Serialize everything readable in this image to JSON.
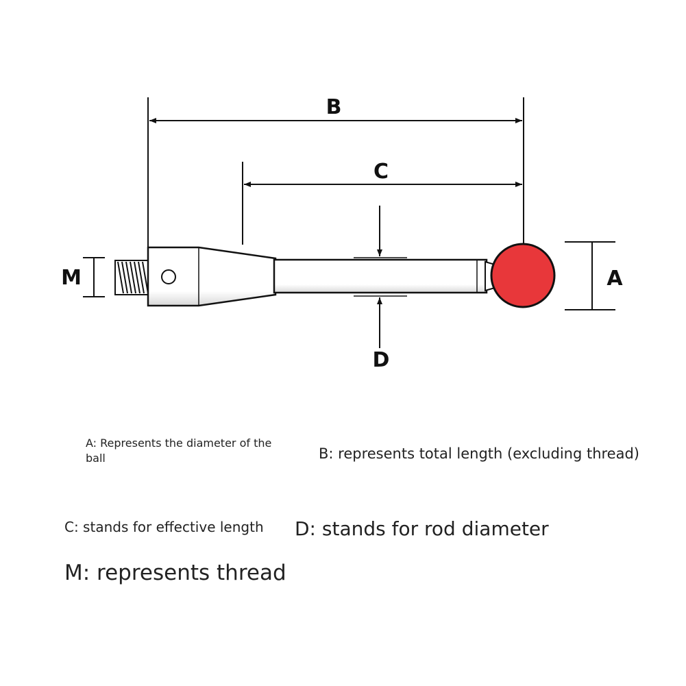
{
  "labels": {
    "a": "A",
    "b": "B",
    "c": "C",
    "d": "D",
    "m": "M"
  },
  "legend": {
    "a": "A: Represents the diameter of the ball",
    "b": "B: represents total length (excluding thread)",
    "c": "C: stands for effective length",
    "d": "D: stands for rod diameter",
    "m": "M: represents thread"
  },
  "colors": {
    "ball": "#e8373a",
    "line": "#111111"
  }
}
